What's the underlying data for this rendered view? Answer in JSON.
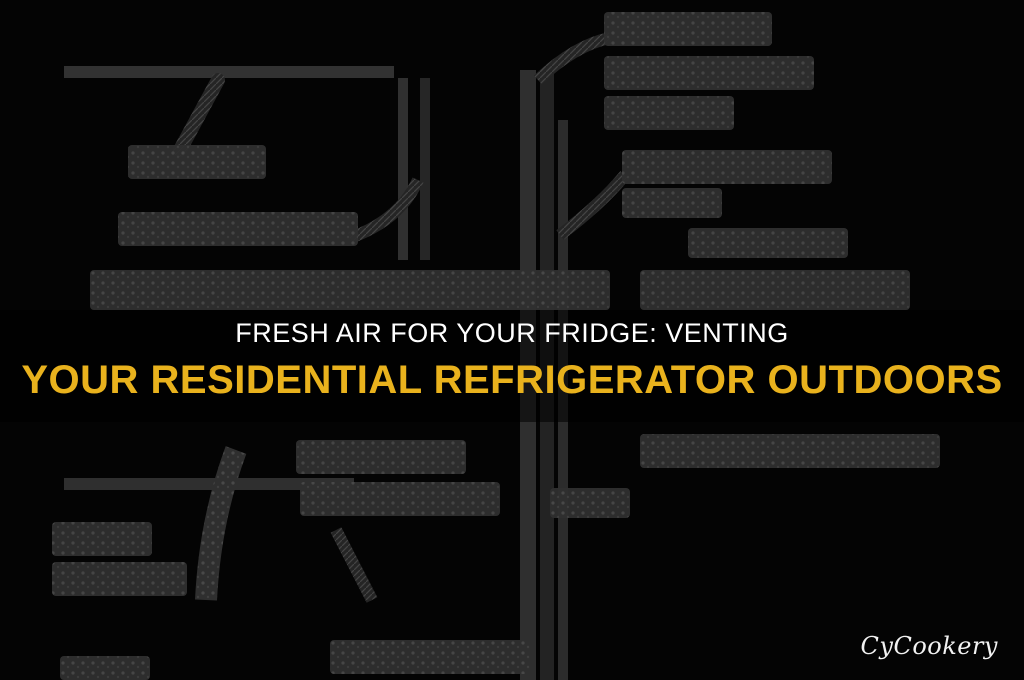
{
  "headline": {
    "line1": "FRESH AIR FOR YOUR FRIDGE: VENTING",
    "line2": "YOUR RESIDENTIAL REFRIGERATOR OUTDOORS"
  },
  "brand": {
    "name": "CyCookery"
  },
  "colors": {
    "background": "#050505",
    "diagram_ink": "#4a4a4a",
    "headline_primary": "#ffffff",
    "headline_accent": "#e9b21d"
  }
}
